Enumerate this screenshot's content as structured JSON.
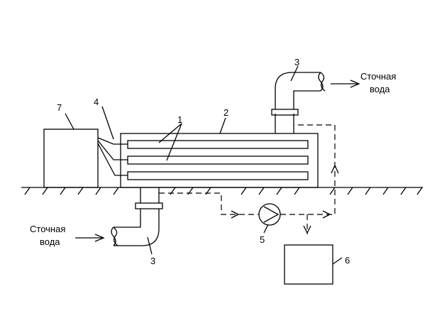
{
  "labels": {
    "outlet_water_line1": "Сточная",
    "outlet_water_line2": "вода",
    "inlet_water_line1": "Сточная",
    "inlet_water_line2": "вода"
  },
  "numbers": {
    "heaters": "1",
    "tank": "2",
    "pipe_top": "3",
    "pipe_bottom": "3",
    "wires": "4",
    "pump": "5",
    "unit_right": "6",
    "unit_left": "7"
  }
}
